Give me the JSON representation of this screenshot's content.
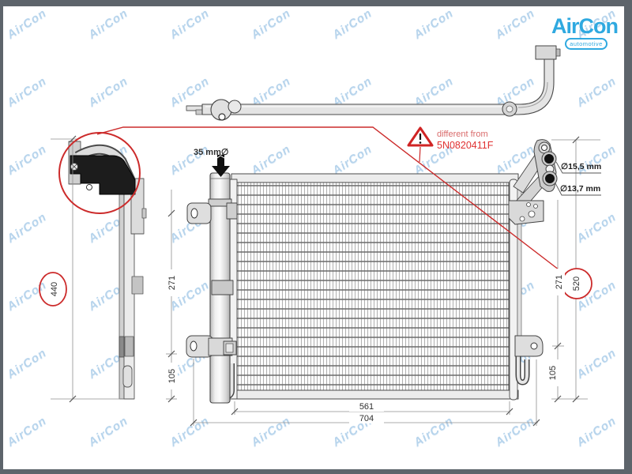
{
  "logo": {
    "brand": "AirCon",
    "tagline": "automotive"
  },
  "watermark": {
    "text": "AirCon"
  },
  "warning": {
    "note": "different from",
    "part_number": "5N0820411F"
  },
  "callouts": {
    "drier_diameter": "35 mm∅",
    "port_top_diameter": "∅15,5 mm",
    "port_bottom_diameter": "∅13,7 mm"
  },
  "dimensions": {
    "side_view_height": "440",
    "left_upper": "271",
    "left_lower": "105",
    "right_upper": "271",
    "right_lower": "105",
    "overall_height": "520",
    "core_width": "561",
    "overall_width": "704"
  },
  "colors": {
    "accent_red": "#cc2b2b",
    "logo_blue": "#2fa9e0",
    "watermark_blue": "#b7d4ec",
    "frame_gray": "#5d646b"
  }
}
